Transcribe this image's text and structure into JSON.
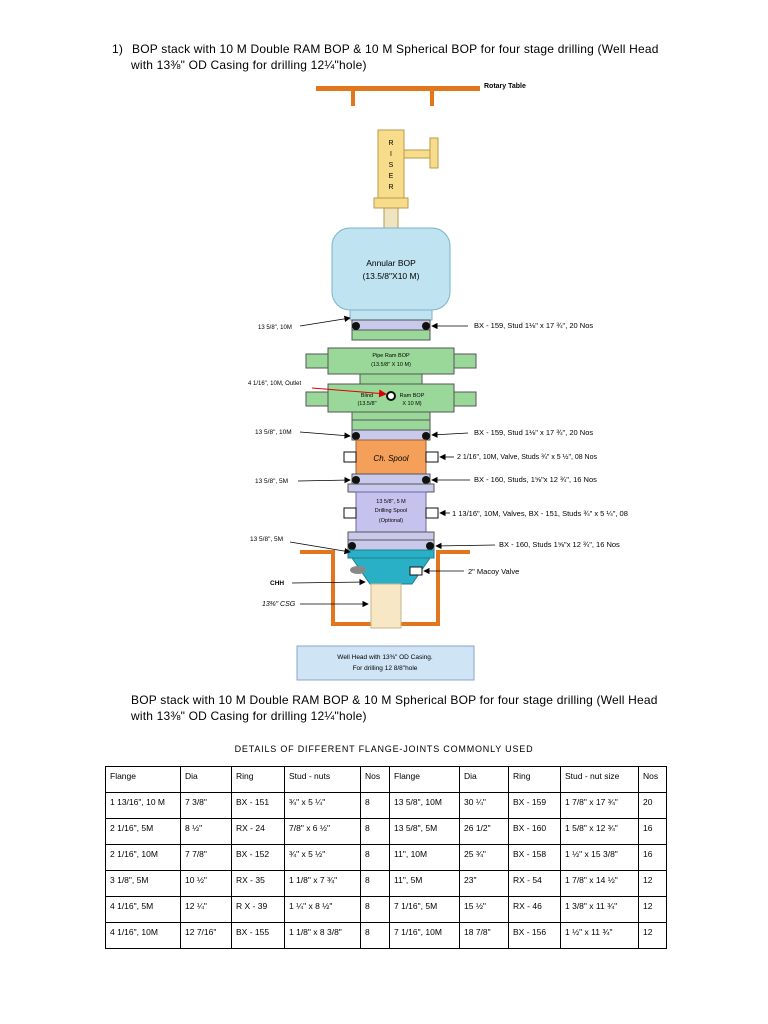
{
  "heading": {
    "number": "1)",
    "line1": "BOP stack with 10 M Double RAM BOP & 10 M Spherical BOP for four stage drilling (Well Head",
    "line2": "with 13⅜\" OD Casing for drilling 12¼\"hole)"
  },
  "diagram": {
    "rotary_table": "Rotary Table",
    "riser_letters": [
      "R",
      "I",
      "S",
      "E",
      "R"
    ],
    "annular_bop_line1": "Annular BOP",
    "annular_bop_line2": "(13.5/8\"X10 M)",
    "pipe_ram_line1": "Pipe Ram BOP",
    "pipe_ram_line2": "(13.5/8\" X 10 M)",
    "blind_left_line1": "Blind",
    "blind_left_line2": "(13.5/8\"",
    "blind_right_line1": "Ram BOP",
    "blind_right_line2": "X 10 M)",
    "ch_spool": "Ch. Spool",
    "drilling_spool_line1": "13 5/8\", 5 M",
    "drilling_spool_line2": "Drilling Spool",
    "drilling_spool_line3": "(Optional)",
    "left_labels": [
      "13 5/8\", 10M",
      "4 1/16\", 10M, Outlet",
      "13 5/8\", 10M",
      "13 5/8\", 5M",
      "13 5/8\", 5M",
      "CHH",
      "13⅜\" CSG"
    ],
    "right_labels": [
      "BX - 159, Stud 1⅛\" x 17 ¾\", 20 Nos",
      "BX - 159, Stud 1⅛\" x 17 ¾\", 20 Nos",
      "2 1/16\", 10M, Valve, Studs ¾\" x 5 ½\", 08 Nos",
      "BX - 160, Studs, 1⅝\"x 12 ¾\", 16 Nos",
      "1 13/16\", 10M, Valves, BX - 151, Studs ¾\" x 5 ¼\", 08",
      "BX - 160, Studs 1⅝\"x 12 ¾\", 16 Nos",
      "2\" Macoy Valve"
    ],
    "wellhead_line1": "Well Head with 13⅜\" OD Casing.",
    "wellhead_line2": "For drilling 12 8/8\"hole"
  },
  "caption": {
    "line1": "BOP stack with 10 M Double RAM BOP & 10 M Spherical BOP for four stage drilling (Well Head",
    "line2": "with 13⅜\" OD Casing for drilling 12¼\"hole)"
  },
  "table": {
    "title": "DETAILS OF DIFFERENT FLANGE-JOINTS COMMONLY USED",
    "headers": [
      "Flange",
      "Dia",
      "Ring",
      "Stud - nuts",
      "Nos",
      "Flange",
      "Dia",
      "Ring",
      "Stud - nut size",
      "Nos"
    ],
    "rows": [
      [
        "1 13/16\", 10 M",
        "7 3/8\"",
        "BX - 151",
        "¾\" x 5 ¼\"",
        "8",
        "13 5/8\", 10M",
        "30 ¼\"",
        "BX - 159",
        "1 7/8\" x 17 ¾\"",
        "20"
      ],
      [
        "2 1/16\", 5M",
        "8 ½\"",
        "RX - 24",
        "7/8\" x 6 ½\"",
        "8",
        "13 5/8\", 5M",
        "26 1/2\"",
        "BX - 160",
        "1 5/8\" x 12 ¾\"",
        "16"
      ],
      [
        "2 1/16\", 10M",
        "7 7/8\"",
        "BX - 152",
        "¾\" x 5 ½\"",
        "8",
        "11\", 10M",
        "25 ¾\"",
        "BX - 158",
        "1 ½\" x 15 3/8\"",
        "16"
      ],
      [
        "3 1/8\", 5M",
        "10 ½\"",
        "RX - 35",
        "1 1/8\" x 7 ¾\"",
        "8",
        "11\", 5M",
        "23\"",
        "RX - 54",
        "1 7/8\" x 14 ½\"",
        "12"
      ],
      [
        "4 1/16\", 5M",
        "12 ¼\"",
        "R X - 39",
        "1 ¼\" x 8 ½\"",
        "8",
        "7 1/16\", 5M",
        "15 ½\"",
        "RX - 46",
        "1 3/8\" x 11 ¾\"",
        "12"
      ],
      [
        "4 1/16\", 10M",
        "12 7/16\"",
        "BX - 155",
        "1 1/8\" x 8 3/8\"",
        "8",
        "7 1/16\", 10M",
        "18 7/8\"",
        "BX - 156",
        "1 ½\" x 11 ¾\"",
        "12"
      ]
    ]
  },
  "colors": {
    "rotary_orange": "#e2761c",
    "riser_yellow": "#f7dc8c",
    "annular_blue": "#bfe3f0",
    "ram_green": "#9ad89a",
    "spool_orange": "#f5a05a",
    "drilling_spool_lavender": "#c6c2ee",
    "flange_gray": "#c9c9ec",
    "wellhead_teal": "#2ab0c6",
    "casing_cream": "#f8e7c4",
    "label_box": "#cfe5f5"
  }
}
